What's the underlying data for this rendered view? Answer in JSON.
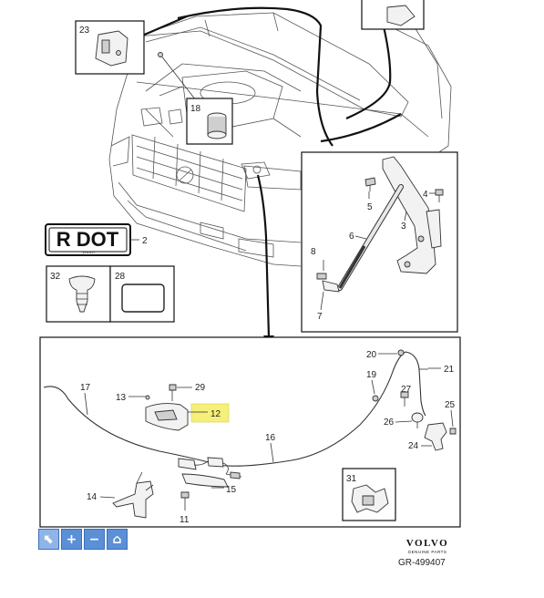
{
  "callouts": {
    "n23": "23",
    "n18": "18",
    "n2": "2",
    "n32": "32",
    "n28": "28",
    "n5": "5",
    "n4": "4",
    "n3": "3",
    "n6": "6",
    "n8": "8",
    "n7": "7",
    "n17": "17",
    "n13": "13",
    "n29": "29",
    "n12": "12",
    "n16": "16",
    "n14": "14",
    "n15": "15",
    "n11": "11",
    "n31": "31",
    "n20": "20",
    "n19": "19",
    "n21": "21",
    "n27": "27",
    "n25": "25",
    "n26": "26",
    "n24": "24"
  },
  "label_plate": {
    "text": "R DOT",
    "brand": "VOLVO"
  },
  "highlight_color": "#f5f07a",
  "toolbar": {
    "buttons": [
      {
        "icon": "cursor-icon",
        "glyph": "⬉"
      },
      {
        "icon": "zoom-in-icon",
        "glyph": "+"
      },
      {
        "icon": "zoom-out-icon",
        "glyph": "−"
      },
      {
        "icon": "home-icon",
        "glyph": "⌂"
      }
    ],
    "color": "#5b8fd6"
  },
  "brand": {
    "logo": "VOLVO",
    "tagline": "GENUINE PARTS"
  },
  "document_id": "GR-499407"
}
